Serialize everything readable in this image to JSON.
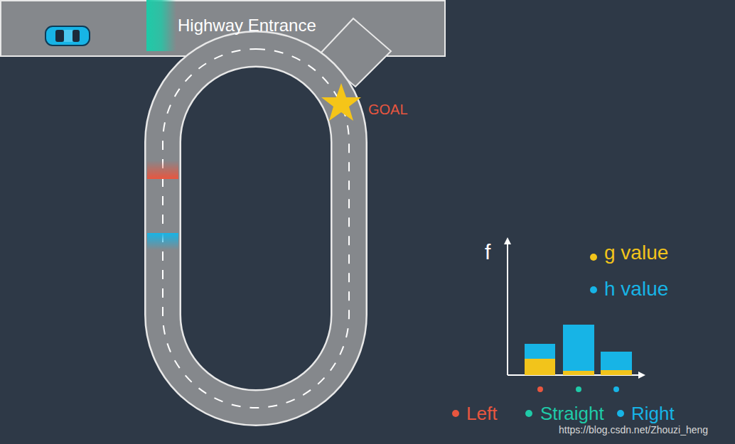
{
  "diagram": {
    "nodes": [
      {
        "text": [
          "Highway Entrance"
        ]
      }
    ],
    "labels": [
      "GOAL",
      "f",
      "https://blog.csdn.net/Zhouzi_heng"
    ],
    "legend": [
      {
        "text": "g value",
        "color": "#f2c41b"
      },
      {
        "text": "h value",
        "color": "#17b4e6"
      },
      {
        "text": "Left",
        "color": "#e8563f"
      },
      {
        "text": "Straight",
        "color": "#1fcaa8"
      },
      {
        "text": "Right",
        "color": "#17b4e6"
      }
    ]
  }
}
